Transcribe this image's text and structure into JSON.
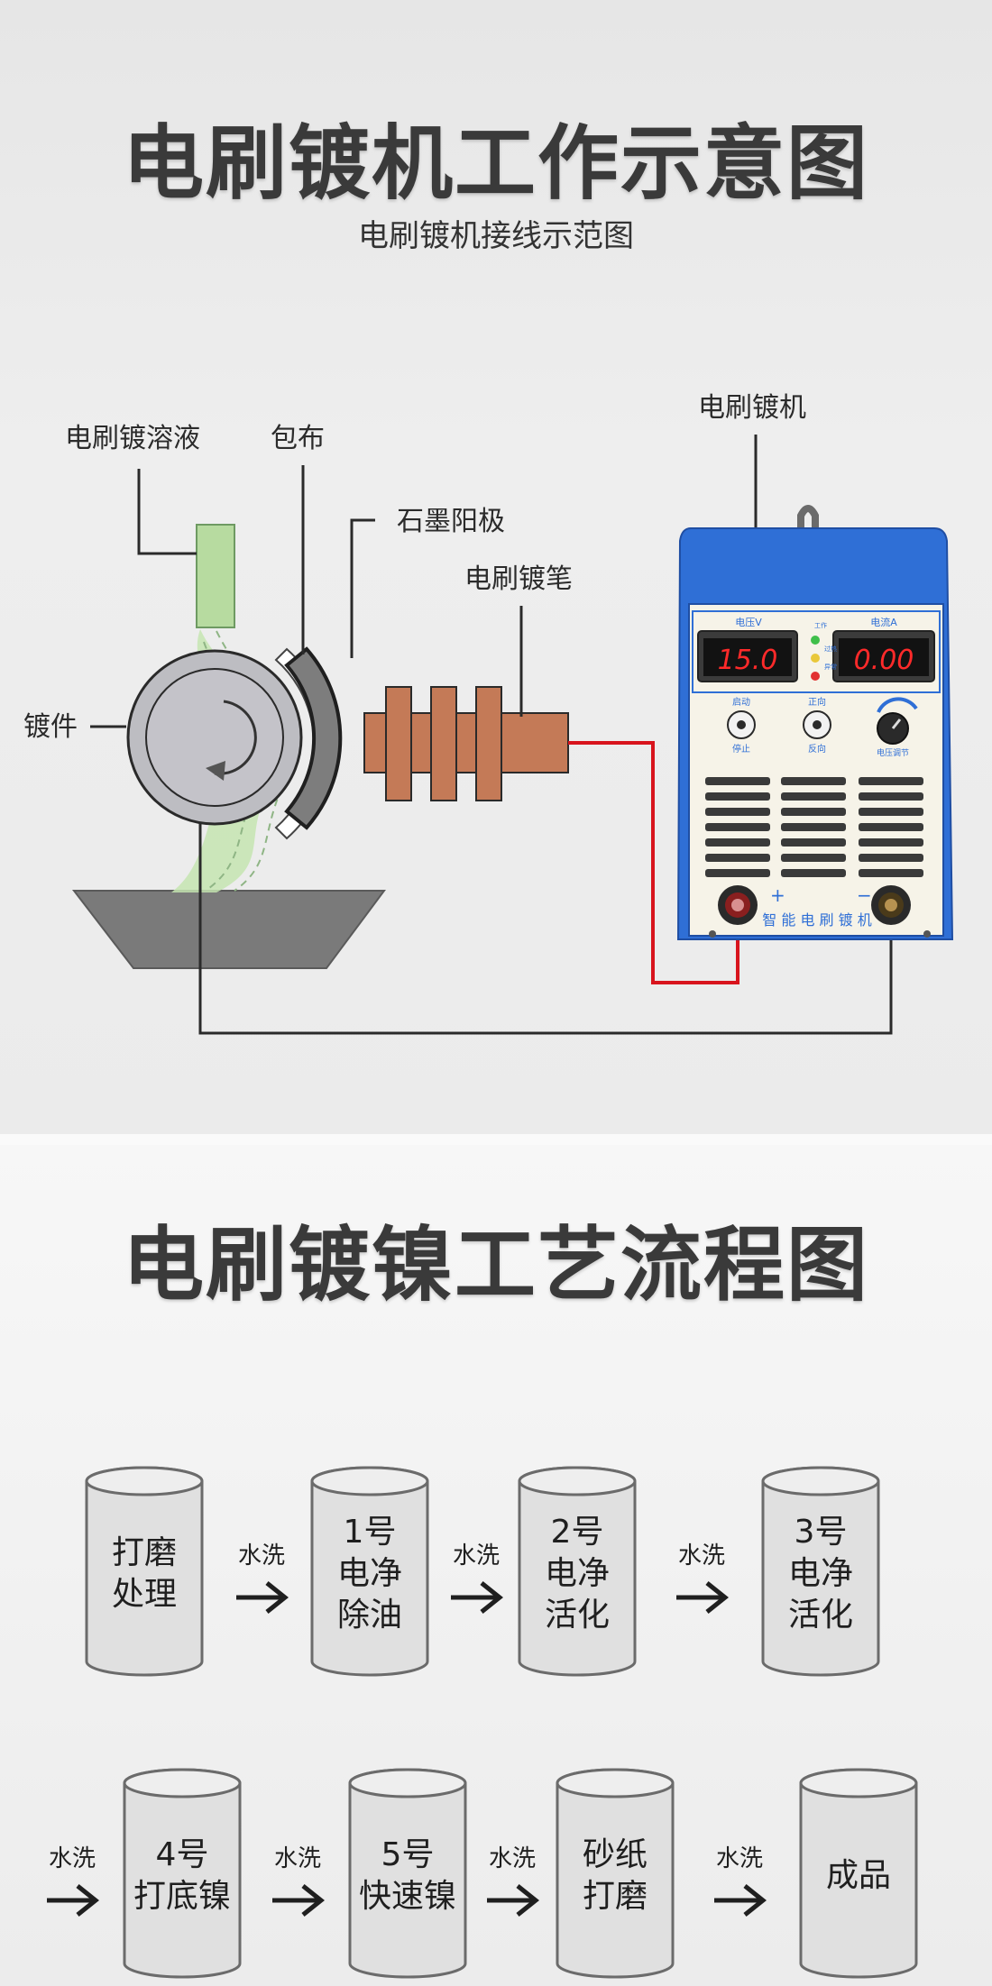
{
  "section1": {
    "title": "电刷镀机工作示意图",
    "subtitle": "电刷镀机接线示范图",
    "labels": {
      "solution": "电刷镀溶液",
      "cloth": "包布",
      "anode": "石墨阳极",
      "pen": "电刷镀笔",
      "workpiece": "镀件",
      "machine": "电刷镀机"
    },
    "machine": {
      "voltage_label": "电压V",
      "current_label": "电流A",
      "voltage_value": "15.0",
      "current_value": "0.00",
      "indicators": [
        "工作",
        "过热",
        "异常"
      ],
      "knob_start_stop_top": "启动",
      "knob_start_stop_bottom": "停止",
      "knob_direction_top": "正向",
      "knob_direction_bottom": "反向",
      "knob_voltage": "电压调节",
      "brand": "智 能 电 刷 镀 机",
      "plus": "+",
      "minus": "−"
    },
    "colors": {
      "machine_blue": "#2f6fd6",
      "wire_red": "#d8141d",
      "wire_black": "#2a2a2a",
      "pen_copper": "#c47a57",
      "solution_green": "#b7dba0"
    }
  },
  "section2": {
    "title": "电刷镀镍工艺流程图",
    "wash_label": "水洗",
    "row1": [
      {
        "lines": [
          "打磨",
          "处理"
        ]
      },
      {
        "lines": [
          "1号",
          "电净",
          "除油"
        ]
      },
      {
        "lines": [
          "2号",
          "电净",
          "活化"
        ]
      },
      {
        "lines": [
          "3号",
          "电净",
          "活化"
        ]
      }
    ],
    "row2": [
      {
        "lines": [
          "4号",
          "打底镍"
        ]
      },
      {
        "lines": [
          "5号",
          "快速镍"
        ]
      },
      {
        "lines": [
          "砂纸",
          "打磨"
        ]
      },
      {
        "lines": [
          "成品"
        ]
      }
    ]
  }
}
